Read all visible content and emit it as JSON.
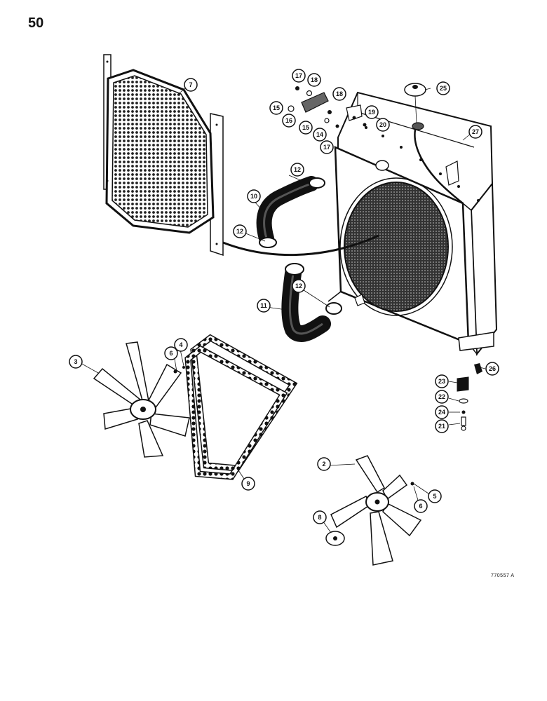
{
  "page_number": "50",
  "drawing_id": "770557 A",
  "callouts": {
    "c2": "2",
    "c3": "3",
    "c4": "4",
    "c5": "5",
    "c6a": "6",
    "c6b": "6",
    "c7": "7",
    "c8": "8",
    "c9": "9",
    "c10": "10",
    "c11": "11",
    "c12a": "12",
    "c12b": "12",
    "c12c": "12",
    "c14": "14",
    "c15a": "15",
    "c15b": "15",
    "c16": "16",
    "c17a": "17",
    "c17b": "17",
    "c18a": "18",
    "c18b": "18",
    "c19": "19",
    "c20": "20",
    "c21": "21",
    "c22": "22",
    "c23": "23",
    "c24": "24",
    "c25": "25",
    "c26": "26",
    "c27": "27"
  }
}
